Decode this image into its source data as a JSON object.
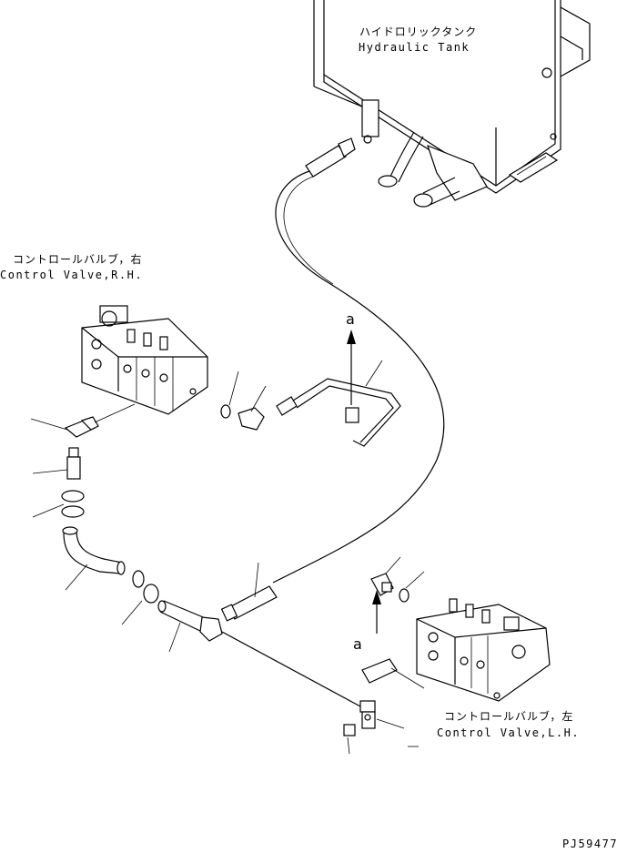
{
  "labels": {
    "tank_jp": "ハイドロリックタンク",
    "tank_en": "Hydraulic Tank",
    "valve_rh_jp": "コントロールバルブ，右",
    "valve_rh_en": "Control Valve,R.H.",
    "valve_lh_jp": "コントロールバルブ，左",
    "valve_lh_en": "Control Valve,L.H.",
    "view_a_top": "a",
    "view_a_bottom": "a",
    "drawing_number": "PJ59477"
  }
}
